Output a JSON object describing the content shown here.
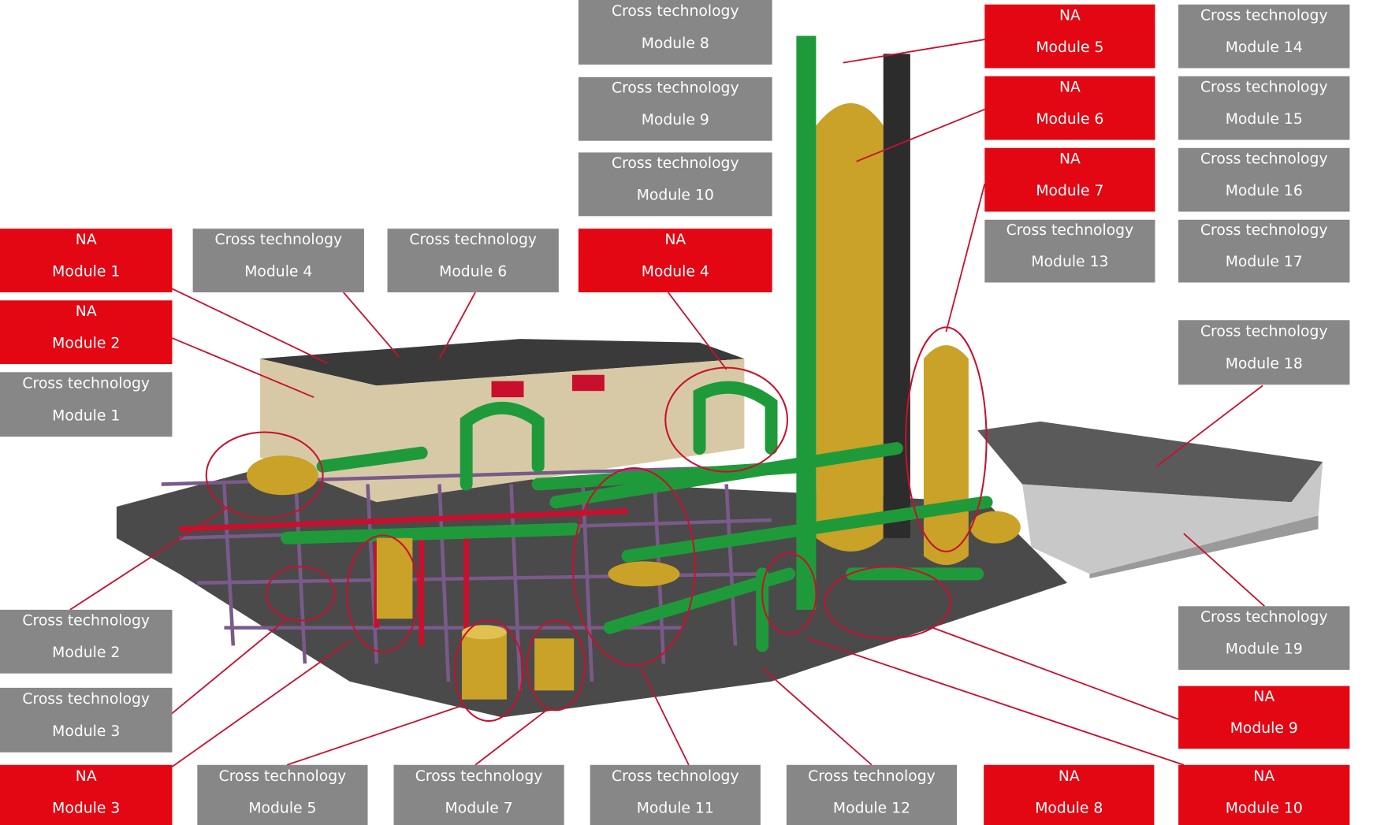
{
  "colors": {
    "na": "#e30613",
    "cross": "#878787",
    "leader": "#c8102e"
  },
  "labels": [
    {
      "id": "ct8",
      "type": "cross",
      "line1": "Cross technology",
      "line2": "Module 8"
    },
    {
      "id": "ct9",
      "type": "cross",
      "line1": "Cross technology",
      "line2": "Module 9"
    },
    {
      "id": "ct10",
      "type": "cross",
      "line1": "Cross technology",
      "line2": "Module 10"
    },
    {
      "id": "na1",
      "type": "na",
      "line1": "NA",
      "line2": "Module 1"
    },
    {
      "id": "ct4",
      "type": "cross",
      "line1": "Cross technology",
      "line2": "Module 4"
    },
    {
      "id": "ct6",
      "type": "cross",
      "line1": "Cross technology",
      "line2": "Module 6"
    },
    {
      "id": "na4",
      "type": "na",
      "line1": "NA",
      "line2": "Module 4"
    },
    {
      "id": "na2",
      "type": "na",
      "line1": "NA",
      "line2": "Module 2"
    },
    {
      "id": "ct1",
      "type": "cross",
      "line1": "Cross technology",
      "line2": "Module 1"
    },
    {
      "id": "ct2",
      "type": "cross",
      "line1": "Cross technology",
      "line2": "Module 2"
    },
    {
      "id": "ct3",
      "type": "cross",
      "line1": "Cross technology",
      "line2": "Module 3"
    },
    {
      "id": "na3",
      "type": "na",
      "line1": "NA",
      "line2": "Module 3"
    },
    {
      "id": "ct5",
      "type": "cross",
      "line1": "Cross technology",
      "line2": "Module 5"
    },
    {
      "id": "ct7",
      "type": "cross",
      "line1": "Cross technology",
      "line2": "Module 7"
    },
    {
      "id": "ct11",
      "type": "cross",
      "line1": "Cross technology",
      "line2": "Module 11"
    },
    {
      "id": "ct12",
      "type": "cross",
      "line1": "Cross technology",
      "line2": "Module 12"
    },
    {
      "id": "na8",
      "type": "na",
      "line1": "NA",
      "line2": "Module 8"
    },
    {
      "id": "na10",
      "type": "na",
      "line1": "NA",
      "line2": "Module 10"
    },
    {
      "id": "na9",
      "type": "na",
      "line1": "NA",
      "line2": "Module 9"
    },
    {
      "id": "ct19",
      "type": "cross",
      "line1": "Cross technology",
      "line2": "Module 19"
    },
    {
      "id": "ct18",
      "type": "cross",
      "line1": "Cross technology",
      "line2": "Module 18"
    },
    {
      "id": "na5",
      "type": "na",
      "line1": "NA",
      "line2": "Module 5"
    },
    {
      "id": "na6",
      "type": "na",
      "line1": "NA",
      "line2": "Module 6"
    },
    {
      "id": "na7",
      "type": "na",
      "line1": "NA",
      "line2": "Module 7"
    },
    {
      "id": "ct13",
      "type": "cross",
      "line1": "Cross technology",
      "line2": "Module 13"
    },
    {
      "id": "ct14",
      "type": "cross",
      "line1": "Cross technology",
      "line2": "Module 14"
    },
    {
      "id": "ct15",
      "type": "cross",
      "line1": "Cross technology",
      "line2": "Module 15"
    },
    {
      "id": "ct16",
      "type": "cross",
      "line1": "Cross technology",
      "line2": "Module 16"
    },
    {
      "id": "ct17",
      "type": "cross",
      "line1": "Cross technology",
      "line2": "Module 17"
    }
  ]
}
